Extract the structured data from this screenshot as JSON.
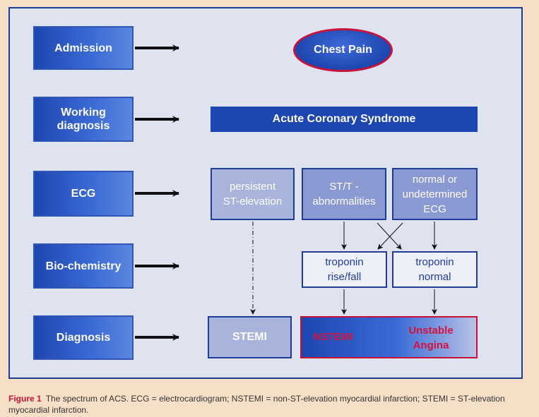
{
  "stages": {
    "admission": "Admission",
    "working_diagnosis": "Working\ndiagnosis",
    "ecg": "ECG",
    "biochemistry": "Bio-chemistry",
    "diagnosis": "Diagnosis"
  },
  "nodes": {
    "chest_pain": "Chest Pain",
    "acs": "Acute Coronary Syndrome",
    "persistent_st": "persistent\nST-elevation",
    "st_t_abnormalities": "ST/T -\nabnormalities",
    "normal_ecg": "normal or\nundetermined\nECG",
    "troponin_rise": "troponin\nrise/fall",
    "troponin_normal": "troponin\nnormal",
    "stemi": "STEMI",
    "nstemi": "NSTEMI",
    "unstable_angina": "Unstable\nAngina"
  },
  "caption": {
    "label": "Figure 1",
    "text": "The spectrum of ACS. ECG = electrocardiogram; NSTEMI = non-ST-elevation myocardial infarction; STEMI = ST-elevation myocardial infarction."
  },
  "colors": {
    "primary": "#1e46b0",
    "accent": "#c8123a",
    "background": "#f6dfc7"
  }
}
